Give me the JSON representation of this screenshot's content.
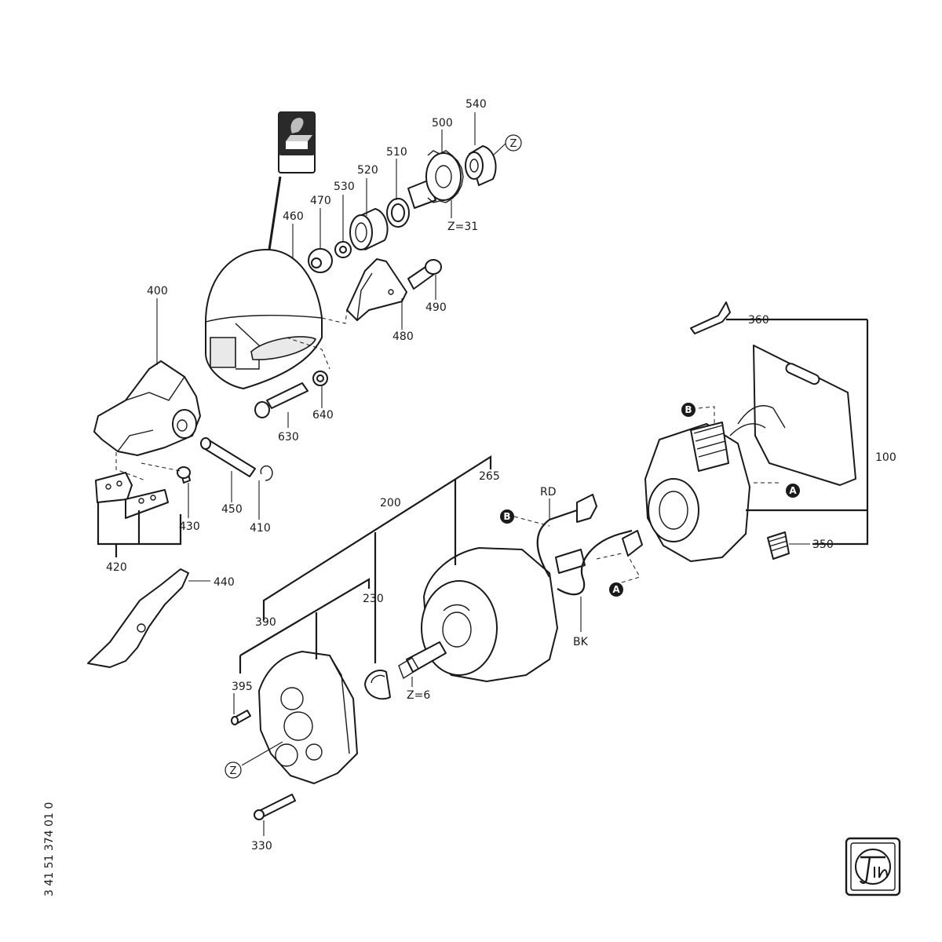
{
  "labels": {
    "p100": "100",
    "p200": "200",
    "p230": "230",
    "p265": "265",
    "p330": "330",
    "p350": "350",
    "p360": "360",
    "p390": "390",
    "p395": "395",
    "p400": "400",
    "p410": "410",
    "p420": "420",
    "p430": "430",
    "p440": "440",
    "p450": "450",
    "p460": "460",
    "p470": "470",
    "p480": "480",
    "p490": "490",
    "p500": "500",
    "p510": "510",
    "p520": "520",
    "p530": "530",
    "p540": "540",
    "p630": "630",
    "p640": "640",
    "teeth_gear": "Z=31",
    "teeth_pinion": "Z=6",
    "wire_red": "RD",
    "wire_black": "BK"
  },
  "markers": {
    "ref_z": "Z",
    "conn_a": "A",
    "conn_b": "B"
  },
  "document_number": "3 41 51 374 01 0",
  "logo_text": "Fein",
  "icons": {
    "grease": "grease-tin-icon",
    "logo": "fein-logo-icon"
  }
}
